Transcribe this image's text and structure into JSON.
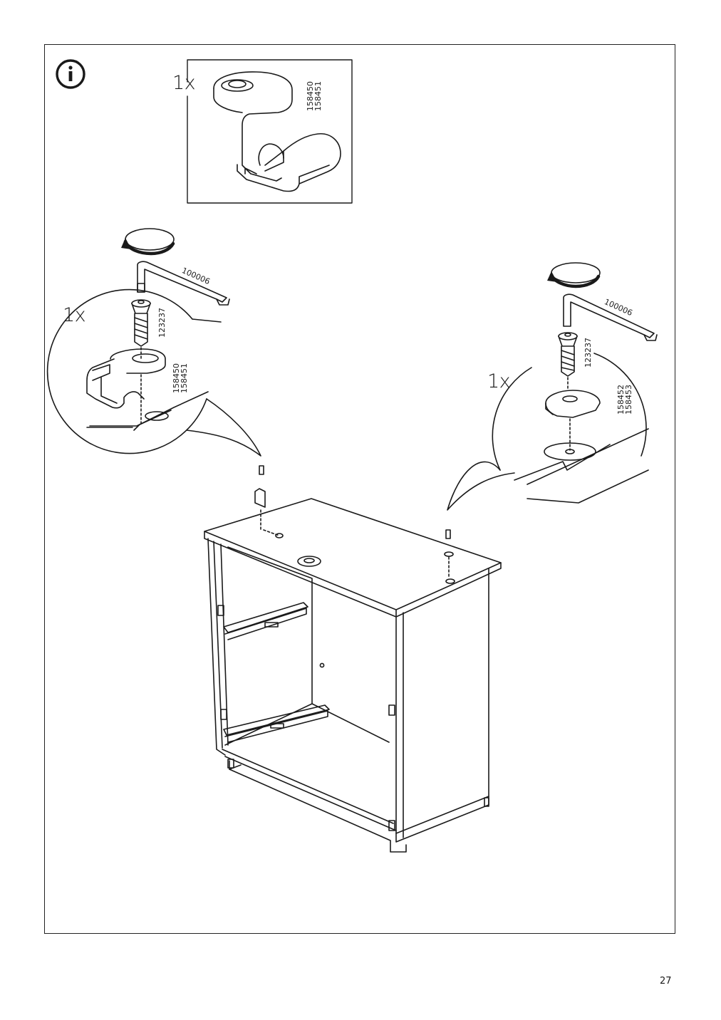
{
  "page": {
    "number": "27"
  },
  "info_icon": "info-circle-icon",
  "inset_box": {
    "quantity": "1x",
    "part_numbers": "158450\n158451"
  },
  "left_detail": {
    "quantity": "1x",
    "allen_key_code": "100006",
    "screw_code": "123237",
    "bracket_codes": "158450\n158451"
  },
  "right_detail": {
    "quantity": "1x",
    "allen_key_code": "100006",
    "screw_code": "123237",
    "washer_codes": "158452\n158453"
  }
}
